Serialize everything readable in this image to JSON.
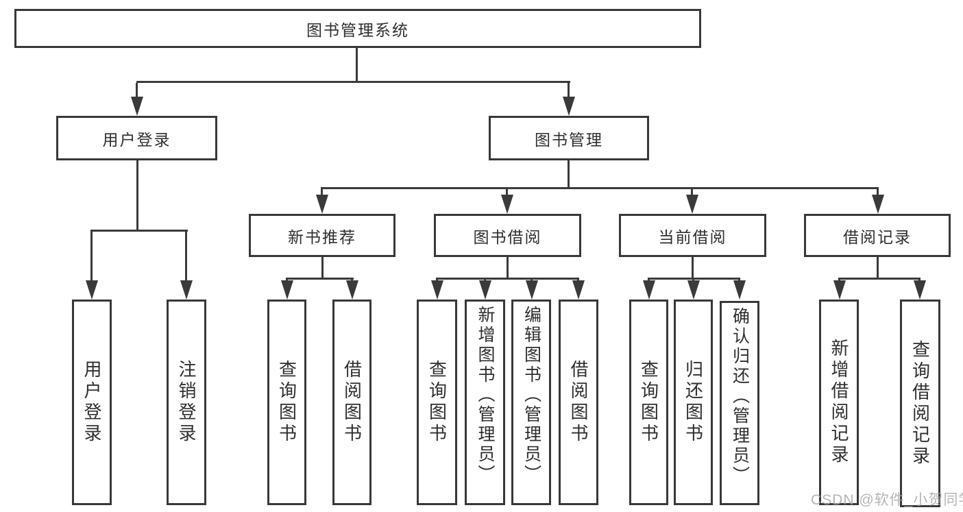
{
  "diagram": {
    "root": {
      "label": "图书管理系统"
    },
    "branches": [
      {
        "label": "用户登录",
        "children": [
          "用户登录",
          "注销登录"
        ]
      },
      {
        "label": "图书管理",
        "groups": [
          {
            "label": "新书推荐",
            "children": [
              "查询图书",
              "借阅图书"
            ]
          },
          {
            "label": "图书借阅",
            "children": [
              "查询图书",
              "新增图书（管理员）",
              "编辑图书（管理员）",
              "借阅图书"
            ]
          },
          {
            "label": "当前借阅",
            "children": [
              "查询图书",
              "归还图书",
              "确认归还（管理员）"
            ]
          },
          {
            "label": "借阅记录",
            "children": [
              "新增借阅记录",
              "查询借阅记录"
            ]
          }
        ]
      }
    ]
  },
  "watermark": {
    "text": "CSDN @软件_小贺同学"
  },
  "colors": {
    "line": "#3a3a3a",
    "text": "#2e2e2e",
    "watermark": "#a9a9a9",
    "background": "#ffffff"
  }
}
